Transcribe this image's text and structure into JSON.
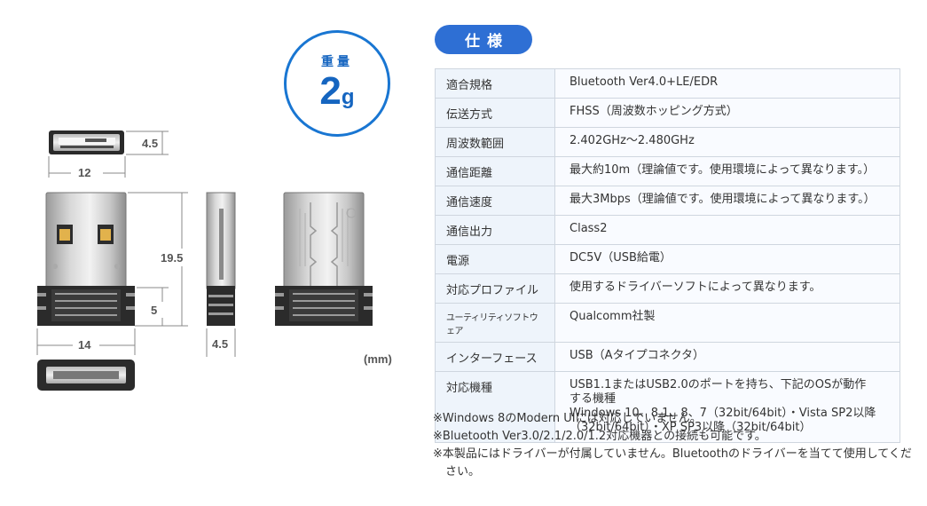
{
  "weight": {
    "label": "重量",
    "value": "2",
    "unit": "g"
  },
  "dimensions": {
    "top_height": "4.5",
    "top_width": "12",
    "body_height": "19.5",
    "base_height": "5",
    "side_width": "14",
    "side_depth": "4.5",
    "unit_label": "(mm)"
  },
  "spec": {
    "title": "仕様",
    "rows": [
      {
        "key": "適合規格",
        "value": "Bluetooth Ver4.0+LE/EDR"
      },
      {
        "key": "伝送方式",
        "value": "FHSS（周波数ホッピング方式）"
      },
      {
        "key": "周波数範囲",
        "value": "2.402GHz～2.480GHz"
      },
      {
        "key": "通信距離",
        "value": "最大約10m（理論値です。使用環境によって異なります。）"
      },
      {
        "key": "通信速度",
        "value": "最大3Mbps（理論値です。使用環境によって異なります。）"
      },
      {
        "key": "通信出力",
        "value": "Class2"
      },
      {
        "key": "電源",
        "value": "DC5V（USB給電）"
      },
      {
        "key": "対応プロファイル",
        "value": "使用するドライバーソフトによって異なります。"
      },
      {
        "key": "ユーティリティソフトウェア",
        "value": "Qualcomm社製"
      },
      {
        "key": "インターフェース",
        "value": "USB（Aタイプコネクタ）"
      },
      {
        "key": "対応機種",
        "value_lines": [
          "USB1.1またはUSB2.0のポートを持ち、下記のOSが動作",
          "する機種",
          "Windows 10、8.1、8、7（32bit/64bit）・Vista SP2以降",
          "（32bit/64bit）・XP SP3以降（32bit/64bit）"
        ]
      }
    ]
  },
  "notes": [
    "※Windows 8のModern UIには対応していません。",
    "※Bluetooth Ver3.0/2.1/2.0/1.2対応機器との接続も可能です。",
    "※本製品にはドライバーが付属していません。Bluetoothのドライバーを当てて使用してください。"
  ],
  "colors": {
    "accent": "#2e6fd4",
    "badge_border": "#1976d2",
    "key_bg": "#eef4fb",
    "border": "#cfd6df"
  }
}
